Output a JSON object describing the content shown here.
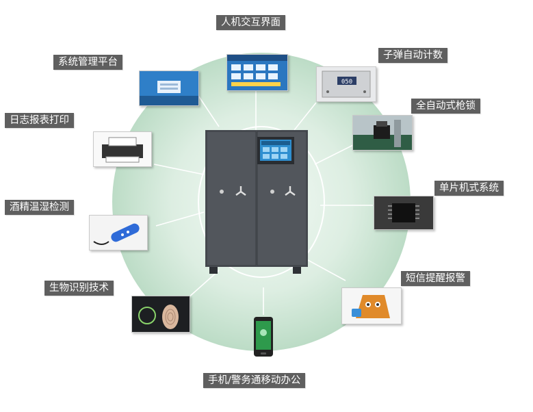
{
  "center": {
    "name": "枪弹柜",
    "colors": {
      "body": "#4a4e54",
      "ring": "#cfe7d6",
      "ring_line": "#ffffff"
    }
  },
  "features": [
    {
      "id": "hmi",
      "label": "人机交互界面",
      "icon": "touchscreen-ui-icon"
    },
    {
      "id": "bullet",
      "label": "子弹自动计数",
      "icon": "counter-display-icon"
    },
    {
      "id": "lock",
      "label": "全自动式枪锁",
      "icon": "gun-lock-icon"
    },
    {
      "id": "mcu",
      "label": "单片机式系统",
      "icon": "chip-board-icon"
    },
    {
      "id": "sms",
      "label": "短信提醒报警",
      "icon": "alarm-mascot-icon"
    },
    {
      "id": "mobile",
      "label": "手机/警务通移动办公",
      "icon": "smartphone-icon"
    },
    {
      "id": "bio",
      "label": "生物识别技术",
      "icon": "fingerprint-icon"
    },
    {
      "id": "alcohol",
      "label": "酒精温湿检测",
      "icon": "breathalyzer-icon"
    },
    {
      "id": "log",
      "label": "日志报表打印",
      "icon": "printer-icon"
    },
    {
      "id": "mgmt",
      "label": "系统管理平台",
      "icon": "login-screen-icon"
    }
  ]
}
